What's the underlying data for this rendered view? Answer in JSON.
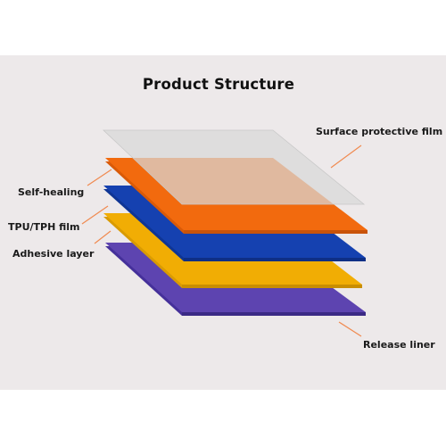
{
  "title": "Product Structure",
  "layers": [
    {
      "id": "surface",
      "label": "Surface protective film",
      "color": "#dadad9"
    },
    {
      "id": "self_healing",
      "label": "Self-healing",
      "color": "#f26a0e"
    },
    {
      "id": "tpu",
      "label": "TPU/TPH film",
      "color": "#1541b0"
    },
    {
      "id": "adhesive",
      "label": "Adhesive layer",
      "color": "#f1ad04"
    },
    {
      "id": "release",
      "label": "Release liner",
      "color": "#5d44b0"
    }
  ],
  "colors": {
    "background_panel": "#ede9ea",
    "leader_line": "#f08a50",
    "text": "#1a1a1a"
  }
}
